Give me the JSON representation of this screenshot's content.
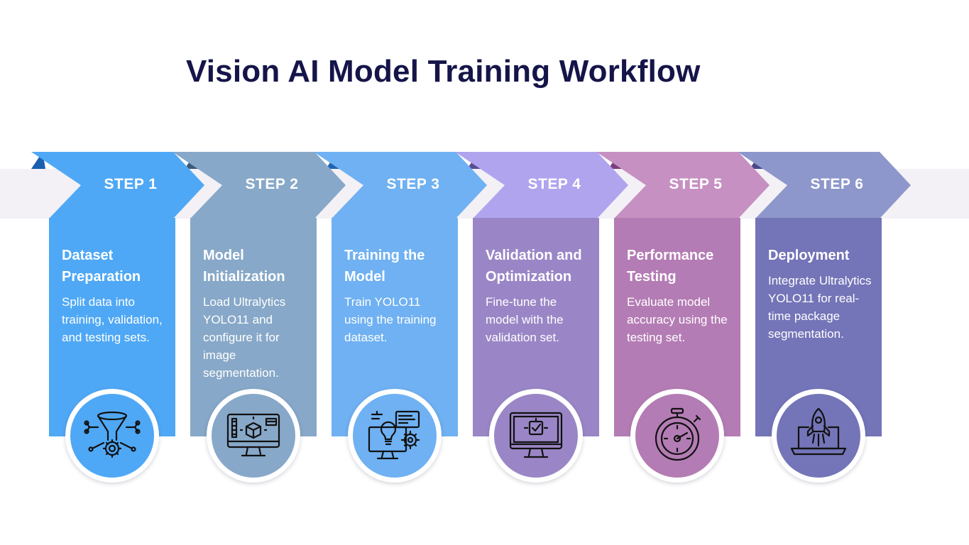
{
  "title": "Vision AI Model Training Workflow",
  "steps": [
    {
      "label": "STEP 1",
      "title": "Dataset Preparation",
      "text": "Split data into training, validation, and testing sets.",
      "icon": "funnel-gear-network-icon",
      "color": "#4fa8f5",
      "tab_color": "#1a5fb0"
    },
    {
      "label": "STEP 2",
      "title": "Model Initialization",
      "text": "Load Ultralytics YOLO11 and configure it for image segmentation.",
      "icon": "monitor-3d-cube-icon",
      "color": "#87a8c8",
      "tab_color": "#3e5a78"
    },
    {
      "label": "STEP 3",
      "title": "Training the Model",
      "text": "Train YOLO11 using the training dataset.",
      "icon": "lightbulb-gear-computer-icon",
      "color": "#6fb1f2",
      "tab_color": "#1f63b3"
    },
    {
      "label": "STEP 4",
      "title": "Validation and Optimization",
      "text": "Fine-tune the model with the validation set.",
      "icon": "monitor-checkmark-icon",
      "color": "#9a86c6",
      "tab_color": "#5a4d92"
    },
    {
      "label": "STEP 5",
      "title": "Performance Testing",
      "text": "Evaluate model accuracy using the testing set.",
      "icon": "stopwatch-icon",
      "color": "#b47cb4",
      "tab_color": "#7b3f7e"
    },
    {
      "label": "STEP 6",
      "title": "Deployment",
      "text": "Integrate Ultralytics YOLO11 for real-time package segmentation.",
      "icon": "rocket-laptop-icon",
      "color": "#7474b8",
      "tab_color": "#4a4a88"
    }
  ],
  "arrow_colors": [
    "#4fa8f5",
    "#87a8c8",
    "#6fb1f2",
    "#b0a4ef",
    "#c690c2",
    "#8e97cb"
  ],
  "ribbon_color": "#f3f1f6",
  "title_color": "#15154a"
}
